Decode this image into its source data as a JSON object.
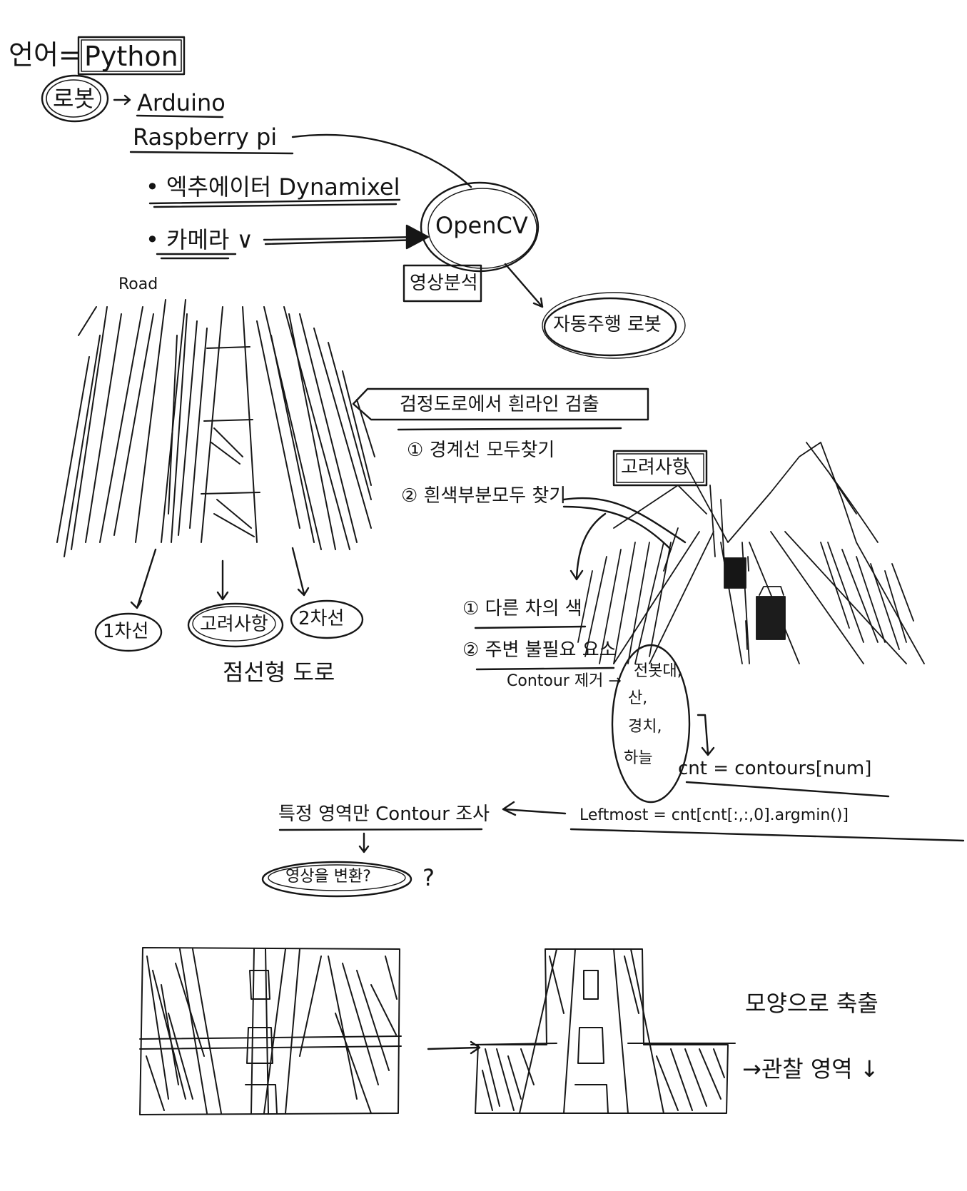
{
  "notes": {
    "language_label": "언어=",
    "language_value": "Python",
    "robot": "로봇",
    "arduino": "Arduino",
    "raspberry": "Raspberry pi",
    "actuator": "• 엑추에이터 Dynamixel",
    "camera": "• 카메라 ∨",
    "opencv": "OpenCV",
    "video_analysis": "영상분석",
    "autonomous_robot": "자동주행 로봇",
    "road": "Road",
    "black_road_title": "검정도로에서 흰라인 검출",
    "step1": "① 경계선 모두찾기",
    "step2": "② 흰색부분모두 찾기",
    "consider_box": "고려사항",
    "consider1": "① 다른 차의 색",
    "consider2": "② 주변 불필요 요소",
    "contour_label": "Contour 제거 →",
    "contour_items": [
      "전봇대,",
      "산,",
      "경치,",
      "하늘"
    ],
    "left_line": "1차선",
    "consider_oval": "고려사항",
    "right_line": "2차선",
    "dashed_road": "점선형 도로",
    "cnt_code": "cnt = contours[num]",
    "leftmost_code": "Leftmost = cnt[cnt[:,:,0].argmin()]",
    "region_contour": "특정 영역만 Contour 조사",
    "change_video": "영상을 변환?",
    "question": "?",
    "trapezoid_shape": "모양으로 축출",
    "observation_area": "→관찰 영역 ↓"
  }
}
